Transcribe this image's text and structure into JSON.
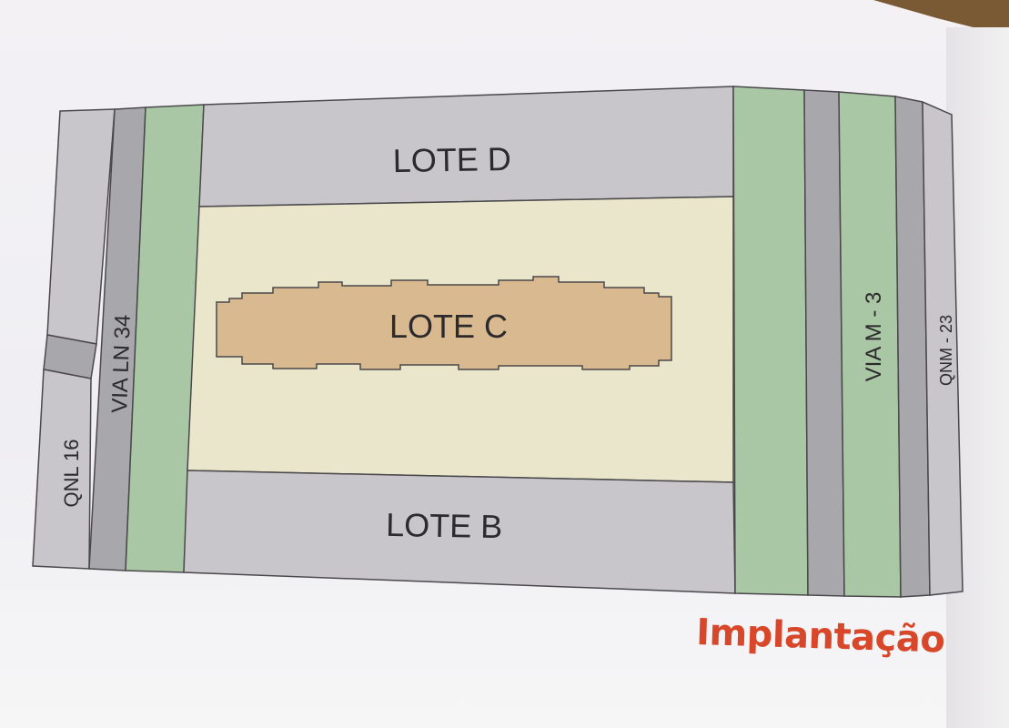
{
  "plan": {
    "lots": {
      "d": "LOTE D",
      "c": "LOTE C",
      "b": "LOTE B"
    },
    "streets": {
      "qnl": "QNL 16",
      "via_ln": "VIA LN 34",
      "via_m": "VIA M - 3",
      "qnm": "QNM - 23"
    }
  },
  "page_title": "Implantação",
  "colors": {
    "lot_gray": "#c8c6ca",
    "road_gray": "#a8a7ab",
    "green_strip": "#a9c7a5",
    "beige_lot": "#e9e6cc",
    "building": "#d9b990",
    "title_red": "#d8472a"
  }
}
